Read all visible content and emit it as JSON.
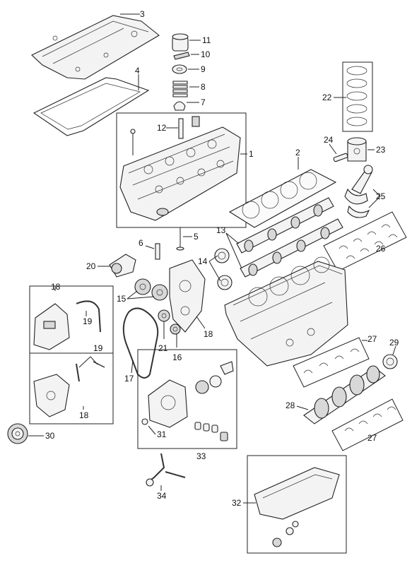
{
  "callouts": {
    "c1": "1",
    "c2": "2",
    "c3": "3",
    "c4": "4",
    "c5": "5",
    "c6": "6",
    "c7": "7",
    "c8": "8",
    "c9": "9",
    "c10": "10",
    "c11": "11",
    "c12": "12",
    "c13": "13",
    "c14": "14",
    "c15": "15",
    "c16": "16",
    "c17": "17",
    "c18a": "18",
    "c18b": "18",
    "c18c": "18",
    "c19a": "19",
    "c19b": "19",
    "c20": "20",
    "c21": "21",
    "c22": "22",
    "c23": "23",
    "c24": "24",
    "c25": "25",
    "c26": "26",
    "c27a": "27",
    "c27b": "27",
    "c28": "28",
    "c29": "29",
    "c30": "30",
    "c31": "31",
    "c32": "32",
    "c33": "33",
    "c34": "34"
  }
}
